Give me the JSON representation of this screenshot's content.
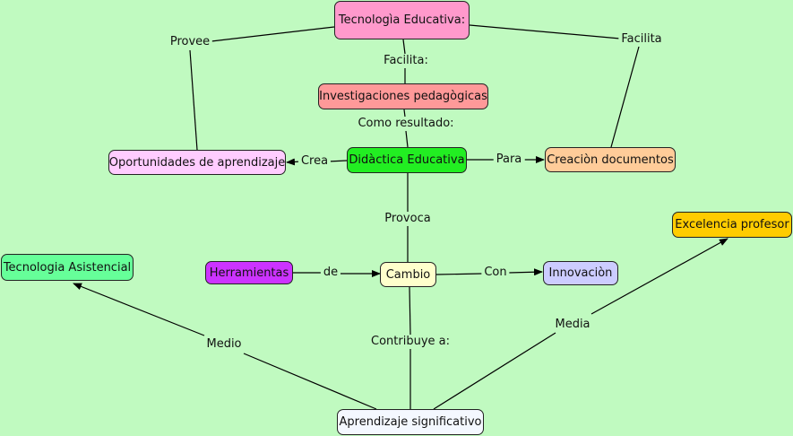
{
  "nodes": {
    "tec_educativa": {
      "text": "Tecnologìa Educativa:",
      "color": "#ff99cc"
    },
    "investigaciones": {
      "text": "Investigaciones pedagògicas",
      "color": "#ff9999"
    },
    "didactica": {
      "text": "Didàctica Educativa",
      "color": "#22ee22"
    },
    "oportunidades": {
      "text": "Oportunidades de aprendizaje",
      "color": "#ffccff"
    },
    "creacion": {
      "text": "Creaciòn documentos",
      "color": "#ffcc99"
    },
    "excelencia": {
      "text": "Excelencia profesor",
      "color": "#ffcc00"
    },
    "tec_asistencial": {
      "text": "Tecnologia Asistencial",
      "color": "#66ff99"
    },
    "herramientas": {
      "text": "Herramientas",
      "color": "#cc33ff"
    },
    "cambio": {
      "text": "Cambio",
      "color": "#ffffcc"
    },
    "innovacion": {
      "text": "Innovaciòn",
      "color": "#ccccff"
    },
    "aprendizaje": {
      "text": "Aprendizaje significativo",
      "color": "#f4f8ff"
    }
  },
  "links": {
    "provee": "Provee",
    "facilita_right": "Facilita",
    "facilita_center": "Facilita:",
    "como_resultado": "Como resultado:",
    "crea": "Crea",
    "para": "Para",
    "provoca": "Provoca",
    "de": "de",
    "con": "Con",
    "contribuye": "Contribuye a:",
    "medio": "Medio",
    "media": "Media"
  }
}
